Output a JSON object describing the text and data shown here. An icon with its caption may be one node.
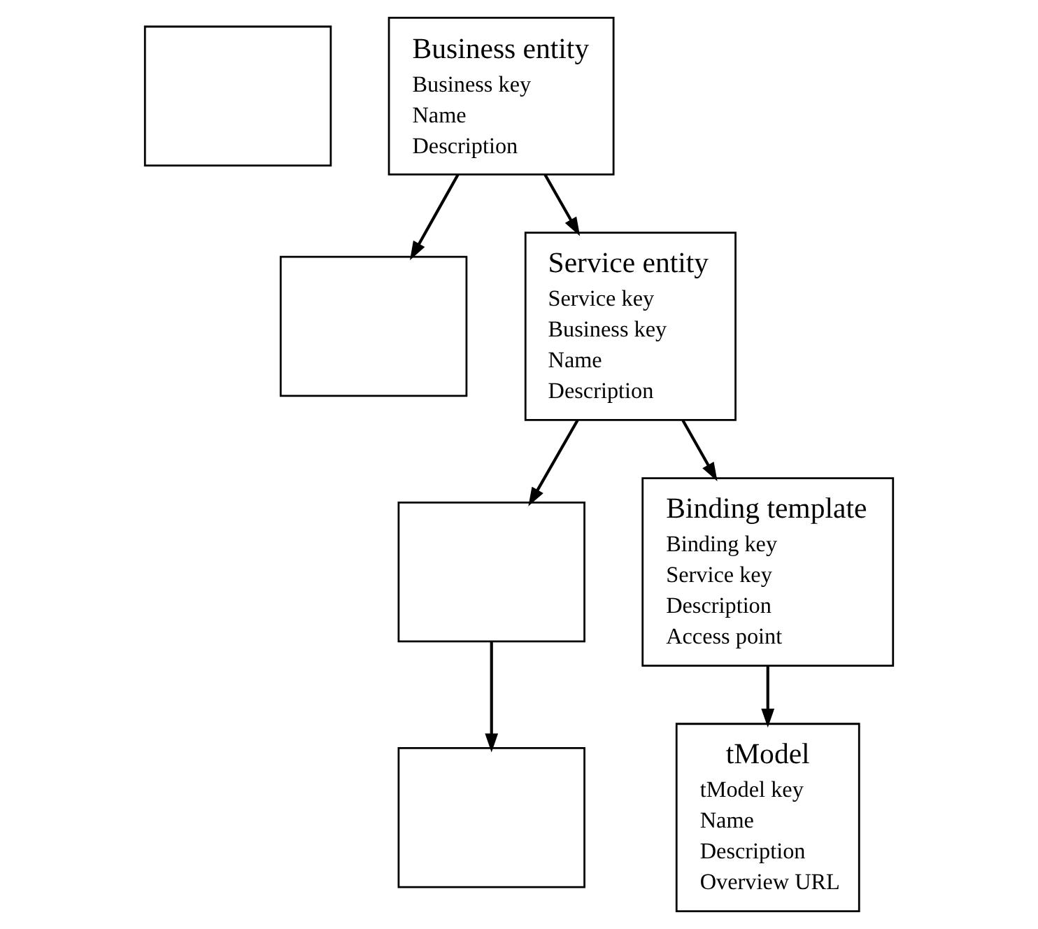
{
  "diagram": {
    "nodes": [
      {
        "text": [],
        "shape": "box"
      },
      {
        "text": [
          "Business entity",
          "Business key",
          "Name",
          "Description"
        ]
      },
      {
        "text": [],
        "shape": "box"
      },
      {
        "text": [
          "Service entity",
          "Service key",
          "Business key",
          "Name",
          "Description"
        ]
      },
      {
        "text": [],
        "shape": "box"
      },
      {
        "text": [
          "Binding template",
          "Binding key",
          "Service key",
          "Description",
          "Access point"
        ]
      },
      {
        "text": [],
        "shape": "box"
      },
      {
        "text": [
          "tModel",
          "tModel key",
          "Name",
          "Description",
          "Overview URL"
        ]
      }
    ],
    "edges": [
      {
        "from": 1,
        "to": 2,
        "arrow": "to"
      },
      {
        "from": 1,
        "to": 3,
        "arrow": "to"
      },
      {
        "from": 3,
        "to": 4,
        "arrow": "to"
      },
      {
        "from": 3,
        "to": 5,
        "arrow": "to"
      },
      {
        "from": 4,
        "to": 6,
        "arrow": "to"
      },
      {
        "from": 5,
        "to": 7,
        "arrow": "to"
      }
    ]
  }
}
